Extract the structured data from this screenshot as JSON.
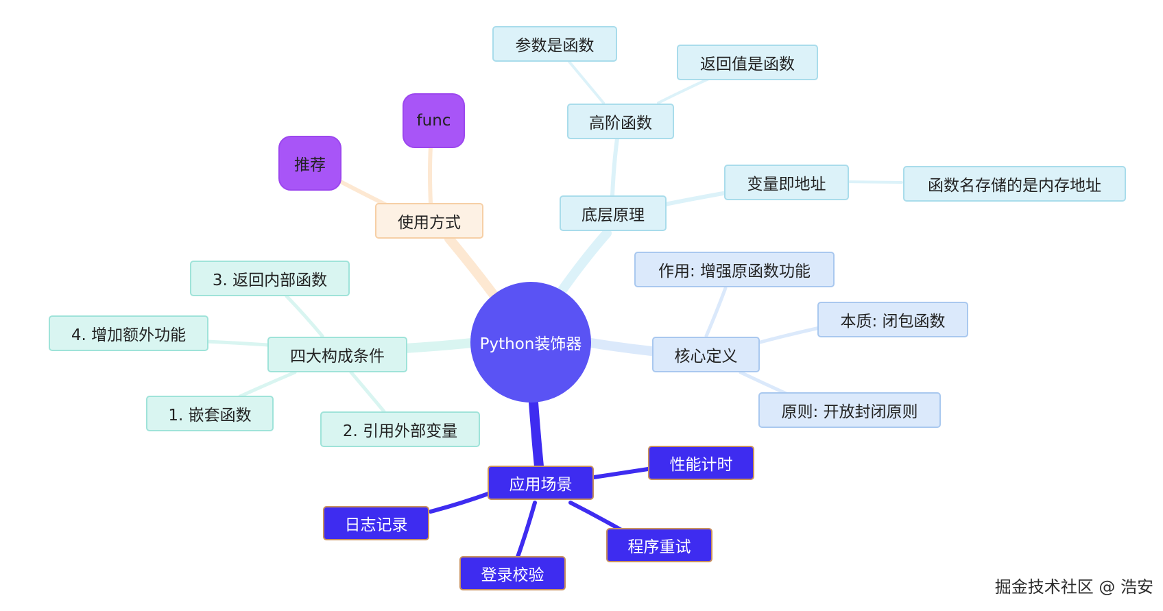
{
  "root": "Python装饰器",
  "branches": {
    "high_order": "高阶函数",
    "param_is_func": "参数是函数",
    "return_is_func": "返回值是函数",
    "underlying": "底层原理",
    "var_is_addr": "变量即地址",
    "func_name_addr": "函数名存储的是内存地址",
    "usage": "使用方式",
    "func": "func",
    "recommend": "推荐",
    "four_conditions": "四大构成条件",
    "cond3": "3. 返回内部函数",
    "cond4": "4. 增加额外功能",
    "cond1": "1. 嵌套函数",
    "cond2": "2. 引用外部变量",
    "core_def": "核心定义",
    "role": "作用: 增强原函数功能",
    "essence": "本质: 闭包函数",
    "principle": "原则: 开放封闭原则",
    "scenarios": "应用场景",
    "perf_timing": "性能计时",
    "logging": "日志记录",
    "retry": "程序重试",
    "login_check": "登录校验"
  },
  "watermark": "掘金技术社区 @ 浩安",
  "colors": {
    "root": "#5a53f4",
    "blue_light": "#dcf2f9",
    "cyan": "#d9f5f1",
    "periwinkle": "#dbe9fb",
    "orange": "#fdf1e4",
    "purple": "#a855f7",
    "indigo": "#3e2cf0"
  }
}
